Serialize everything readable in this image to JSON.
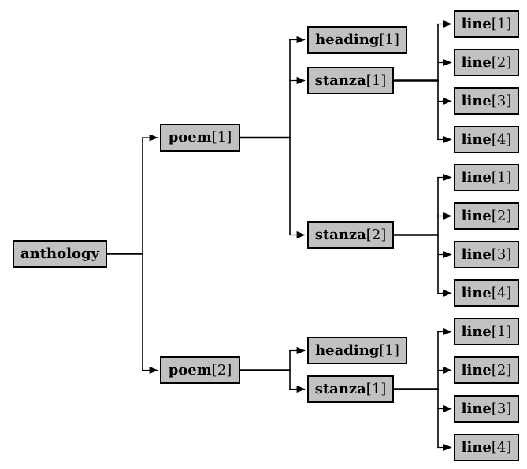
{
  "colors": {
    "background": "#ffffff",
    "box_fill": "#c1c1c1",
    "box_border": "#000000",
    "connector": "#000000",
    "text": "#000000"
  },
  "nodes": {
    "anthology": {
      "name": "anthology",
      "index": ""
    },
    "poem1": {
      "name": "poem",
      "index": "[1]"
    },
    "poem2": {
      "name": "poem",
      "index": "[2]"
    },
    "p1_heading1": {
      "name": "heading",
      "index": "[1]"
    },
    "p1_stanza1": {
      "name": "stanza",
      "index": "[1]"
    },
    "p1_stanza2": {
      "name": "stanza",
      "index": "[2]"
    },
    "p2_heading1": {
      "name": "heading",
      "index": "[1]"
    },
    "p2_stanza1": {
      "name": "stanza",
      "index": "[1]"
    },
    "p1s1_line1": {
      "name": "line",
      "index": "[1]"
    },
    "p1s1_line2": {
      "name": "line",
      "index": "[2]"
    },
    "p1s1_line3": {
      "name": "line",
      "index": "[3]"
    },
    "p1s1_line4": {
      "name": "line",
      "index": "[4]"
    },
    "p1s2_line1": {
      "name": "line",
      "index": "[1]"
    },
    "p1s2_line2": {
      "name": "line",
      "index": "[2]"
    },
    "p1s2_line3": {
      "name": "line",
      "index": "[3]"
    },
    "p1s2_line4": {
      "name": "line",
      "index": "[4]"
    },
    "p2s1_line1": {
      "name": "line",
      "index": "[1]"
    },
    "p2s1_line2": {
      "name": "line",
      "index": "[2]"
    },
    "p2s1_line3": {
      "name": "line",
      "index": "[3]"
    },
    "p2s1_line4": {
      "name": "line",
      "index": "[4]"
    }
  },
  "hierarchy": {
    "anthology": {
      "poem[1]": {
        "heading[1]": [],
        "stanza[1]": [
          "line[1]",
          "line[2]",
          "line[3]",
          "line[4]"
        ],
        "stanza[2]": [
          "line[1]",
          "line[2]",
          "line[3]",
          "line[4]"
        ]
      },
      "poem[2]": {
        "heading[1]": [],
        "stanza[1]": [
          "line[1]",
          "line[2]",
          "line[3]",
          "line[4]"
        ]
      }
    }
  }
}
